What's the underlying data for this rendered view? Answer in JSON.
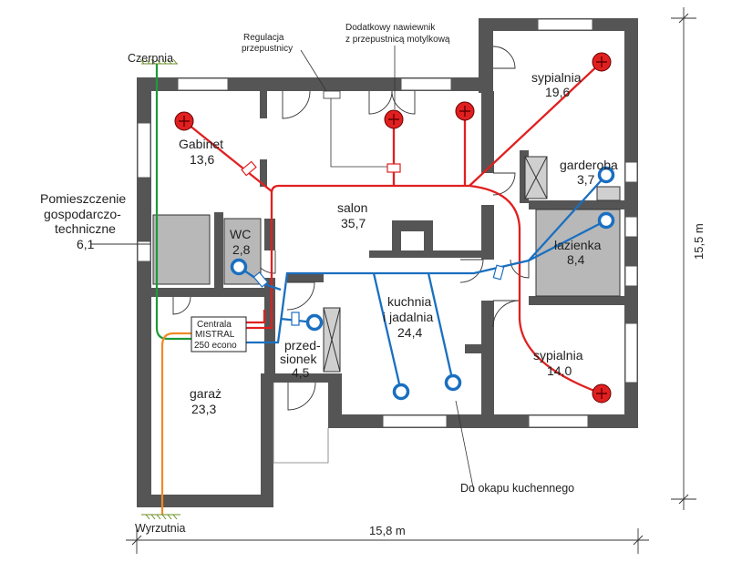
{
  "rooms": [
    {
      "name": "sypialnia",
      "area": "19,6"
    },
    {
      "name": "Gabinet",
      "area": "13,6"
    },
    {
      "name": "salon",
      "area": "35,7"
    },
    {
      "name": "WC",
      "area": "2,8"
    },
    {
      "name": "garderoba",
      "area": "3,7"
    },
    {
      "name": "łazienka",
      "area": "8,4"
    },
    {
      "name": "kuchnia",
      "name2": "i jadalnia",
      "area": "24,4"
    },
    {
      "name": "przed-",
      "name2": "sionek",
      "area": "4,5"
    },
    {
      "name": "sypialnia",
      "area": "14,0"
    },
    {
      "name": "garaż",
      "area": "23,3"
    }
  ],
  "technical_room": {
    "line1": "Pomieszczenie",
    "line2": "gospodarczo-",
    "line3": "techniczne",
    "area": "6,1"
  },
  "annotations": {
    "damper_control_1": "Regulacja",
    "damper_control_2": "przepustnicy",
    "extra_supply_1": "Dodatkowy nawiewnik",
    "extra_supply_2": "z przepustnicą motylkową",
    "intake": "Czerpnia",
    "exhaust": "Wyrzutnia",
    "kitchen_hood": "Do okapu kuchennego"
  },
  "unit": {
    "line1": "Centrala",
    "line2": "MISTRAL",
    "line3": "250 econo"
  },
  "dimensions": {
    "width": "15,8 m",
    "height": "15,5 m"
  },
  "colors": {
    "wall": "#555555",
    "supply_duct": "#e02020",
    "extract_duct": "#1a6fc0",
    "intake_duct": "#1f9a3a",
    "exhaust_duct": "#f08a24",
    "equipment": "#b8b8b8"
  }
}
